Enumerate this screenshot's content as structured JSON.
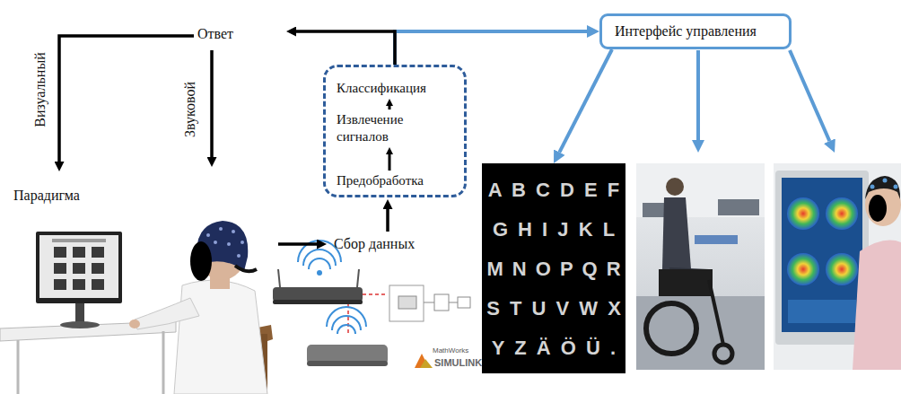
{
  "diagram": {
    "nodes": [
      {
        "text": [
          "Классификация",
          "Извлечение сигналов",
          "Предобработка"
        ]
      },
      {
        "text": [
          "Интерфейс управления"
        ]
      },
      {
        "text": [
          "A B C D E F",
          "G H I J K L",
          "M N O P Q R",
          "S T U V W X",
          "Y Z Ä Ö Ü ."
        ]
      }
    ],
    "edges": [
      {
        "from": 0,
        "to": 1,
        "arrow": "to"
      },
      {
        "from": 1,
        "to": 2,
        "arrow": "to"
      }
    ],
    "labels": [
      "Ответ",
      "Визуальный",
      "Звуковой",
      "Парадигма",
      "Сбор данных",
      "MathWorks",
      "SIMULINK"
    ]
  }
}
